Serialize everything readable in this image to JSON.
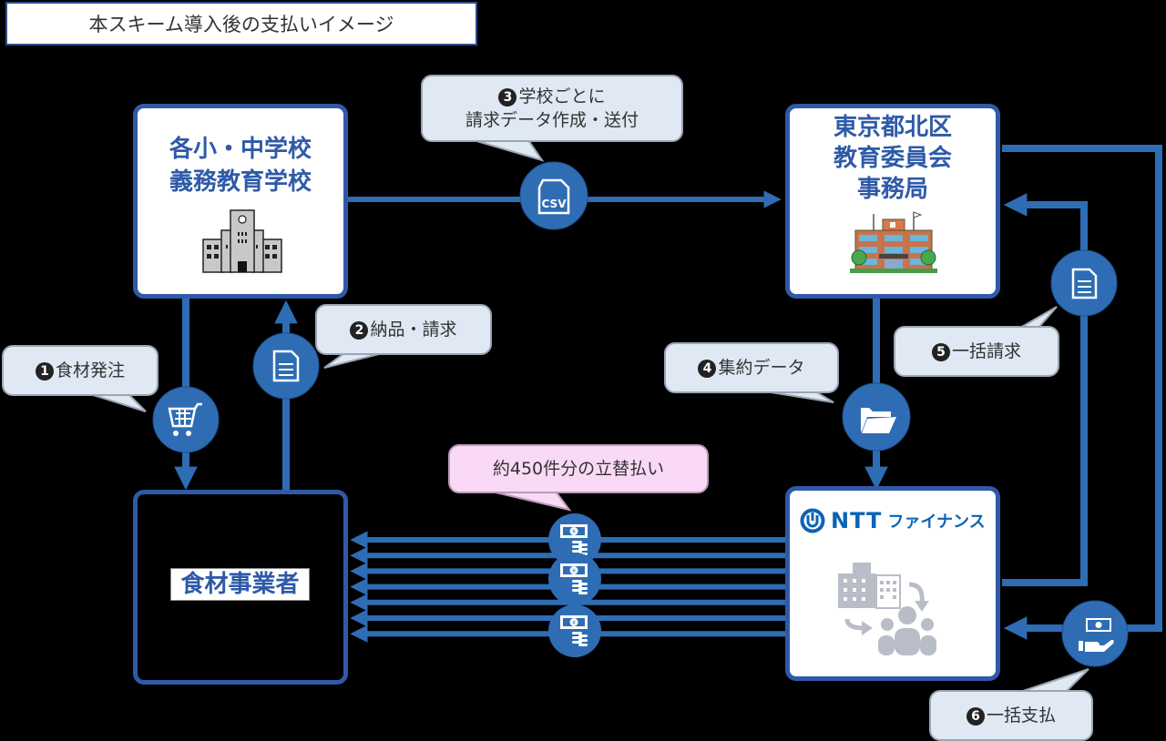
{
  "title": "本スキーム導入後の支払いイメージ",
  "nodes": {
    "schools": {
      "line1": "各小・中学校",
      "line2": "義務教育学校",
      "icon": "school-building-icon"
    },
    "board": {
      "line1": "東京都北区",
      "line2": "教育委員会",
      "line3": "事務局",
      "icon": "office-building-icon"
    },
    "supplier": {
      "label": "食材事業者"
    },
    "ntt": {
      "logo_text": "NTT",
      "logo_kana": "ファイナンス",
      "icon": "business-to-people-icon"
    }
  },
  "steps": [
    {
      "num": "❶",
      "label": "食材発注",
      "icon": "shopping-cart-icon"
    },
    {
      "num": "❷",
      "label": "納品・請求",
      "icon": "document-icon"
    },
    {
      "num": "❸",
      "label_line1": "学校ごとに",
      "label_line2": "請求データ作成・送付",
      "icon": "csv-file-icon",
      "icon_text": "CSV"
    },
    {
      "num": "❹",
      "label": "集約データ",
      "icon": "folder-open-icon"
    },
    {
      "num": "❺",
      "label": "一括請求",
      "icon": "document-icon"
    },
    {
      "num": "❻",
      "label": "一括支払",
      "icon": "hand-money-icon"
    }
  ],
  "advance_payment": {
    "label": "約450件分の立替払い",
    "icon": "yen-bill-coins-icon",
    "arrow_count": 7
  },
  "colors": {
    "accent": "#2e6db4",
    "box_border": "#2e5aa8",
    "bubble_bg": "#dfe8f3",
    "pink_bubble_bg": "#f9d9f5",
    "ntt_blue": "#0a64b4",
    "background": "#000000"
  }
}
